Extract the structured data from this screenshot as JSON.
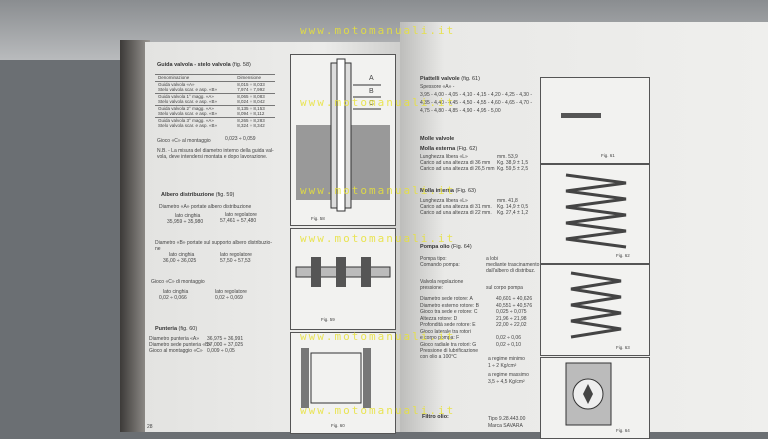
{
  "watermark": "www.motomanuali.it",
  "left_page": {
    "page_number": "28",
    "guide": {
      "title": "Guida valvola - stelo valvola",
      "ref": "(fig. 58)",
      "col1": "Denominazione",
      "col2": "Dimensione",
      "rows": [
        [
          "Guida valvola «A»",
          "8,015 ÷ 8,033"
        ],
        [
          "Stelo valvola scar. e asp. «B»",
          "7,974 ÷ 7,992"
        ],
        [
          "Guida valvola 1° magg. «A»",
          "8,065 ÷ 8,083"
        ],
        [
          "Stelo valvola scar. e asp. «B»",
          "8,024 ÷ 8,042"
        ],
        [
          "Guida valvola 2° magg. «A»",
          "8,135 ÷ 8,153"
        ],
        [
          "Stelo valvola scar. e asp. «B»",
          "8,094 ÷ 8,112"
        ],
        [
          "Guida valvola 3° magg. «A»",
          "8,265 ÷ 8,283"
        ],
        [
          "Stelo valvola scar. e asp. «B»",
          "8,324 ÷ 8,342"
        ]
      ],
      "gioco_label": "Gioco «C» al montaggio",
      "gioco_value": "0,023 ÷ 0,059",
      "note": "N.B. - La misura del diametro interno della guida val-",
      "note2": "vola, deve intendersi montata e dopo lavorazione."
    },
    "camshaft": {
      "title": "Albero distribuzione",
      "ref": "(fig. 59)",
      "a_label": "Diametro «A» portate albero distribuzione",
      "a_left": "lato cinghia",
      "a_left_val": "35,959 ÷ 35,980",
      "a_right": "lato regolatore",
      "a_right_val": "57,461 ÷ 57,480",
      "b_label": "Diametro «B» portate sul supporto albero distribuzio-",
      "b_label2": "ne",
      "b_left": "lato cinghia",
      "b_left_val": "36,00 ÷ 36,025",
      "b_right": "lato regolatore",
      "b_right_val": "57,50 ÷ 57,53",
      "c_label": "Gioco «C» di montaggio",
      "c_left": "lato cinghia",
      "c_left_val": "0,02 ÷ 0,066",
      "c_right": "lato regolatore",
      "c_right_val": "0,02 ÷ 0,069"
    },
    "tappet": {
      "title": "Punteria",
      "ref": "(fig. 60)",
      "rows": [
        [
          "Diametro punteria «A»",
          "36,975 ÷ 36,991"
        ],
        [
          "Diametro sede punteria «B»",
          "37,000 ÷ 37,025"
        ],
        [
          "Gioco al montaggio «C»",
          "0,009 ÷ 0,05"
        ]
      ]
    },
    "figs": {
      "f58": "Fig. 58",
      "f59": "Fig. 59",
      "f60": "Fig. 60",
      "f58_labels": [
        "A",
        "B",
        "C"
      ]
    }
  },
  "right_page": {
    "shims": {
      "title": "Piattelli valvole",
      "ref": "(fig. 61)",
      "line1": "Spessore «A» -",
      "line2": "3,95 - 4,00 - 4,05 - 4,10 - 4,15 - 4,20 - 4,25 - 4,30 -",
      "line3": "4,35 - 4,40 - 4,45 - 4,50 - 4,55 - 4,60 - 4,65 - 4,70 -",
      "line4": "4,75 - 4,80 - 4,85 - 4,90 - 4,95 - 5,00"
    },
    "springs_title": "Molle valvole",
    "outer": {
      "title": "Molla esterna",
      "ref": "(Fig. 62)",
      "rows": [
        [
          "Lunghezza libera «L»",
          "mm. 53,9"
        ],
        [
          "Carico ad una altezza di 36 mm",
          "Kg. 38,9 ± 1,5"
        ],
        [
          "Carico ad una altezza di 26,5 mm",
          "Kg. 59,5 ± 2,5"
        ]
      ]
    },
    "inner": {
      "title": "Molla interna",
      "ref": "(Fig. 63)",
      "rows": [
        [
          "Lunghezza libera «L»",
          "mm. 41,8"
        ],
        [
          "Carico ad una altezza di 31 mm.",
          "Kg. 14,9 ± 0,5"
        ],
        [
          "Carico ad una altezza di 22 mm.",
          "Kg. 27,4 ± 1,2"
        ]
      ]
    },
    "pump": {
      "title": "Pompa olio",
      "ref": "(Fig. 64)",
      "type_label": "Pompa tipo:",
      "type_val": "a lobi",
      "drive_label": "Comando pompa:",
      "drive_val": "mediante trascinamento",
      "drive_val2": "dall'albero di distribuz.",
      "valve_label": "Valvola regolazione",
      "valve_label2": "pressione:",
      "valve_val": "sul corpo pompa",
      "rows": [
        [
          "Diametro sede rotore: A",
          "40,601 ÷ 40,626"
        ],
        [
          "Diametro esterno rotore: B",
          "40,551 ÷ 40,576"
        ],
        [
          "Gioco tra sede e rotore: C",
          "0,025 ÷ 0,075"
        ],
        [
          "Altezza rotore: D",
          "21,96 ÷ 21,98"
        ],
        [
          "Profondità sede rotore: E",
          "22,00 ÷ 22,02"
        ],
        [
          "Gioco laterale tra rotori",
          ""
        ],
        [
          "e corpo pompa: F",
          "0,02 ÷ 0,06"
        ],
        [
          "Gioco radiale tra rotori: G",
          "0,02 ÷ 0,10"
        ]
      ],
      "press_label": "Pressione di lubrificazione",
      "press_label2": "con olio a 100°C",
      "min": "a regime minimo",
      "min_val": "1 ÷ 2 Kg/cm²",
      "max": "a regime massimo",
      "max_val": "3,5 ÷ 4,5 Kg/cm²"
    },
    "filter": {
      "title": "Filtro olio:",
      "type": "Tipo 9.28.443.00",
      "brand": "Marca SAVARA"
    },
    "figs": {
      "f61": "Fig. 61",
      "f62": "Fig. 62",
      "f63": "Fig. 63",
      "f64": "Fig. 64"
    }
  }
}
